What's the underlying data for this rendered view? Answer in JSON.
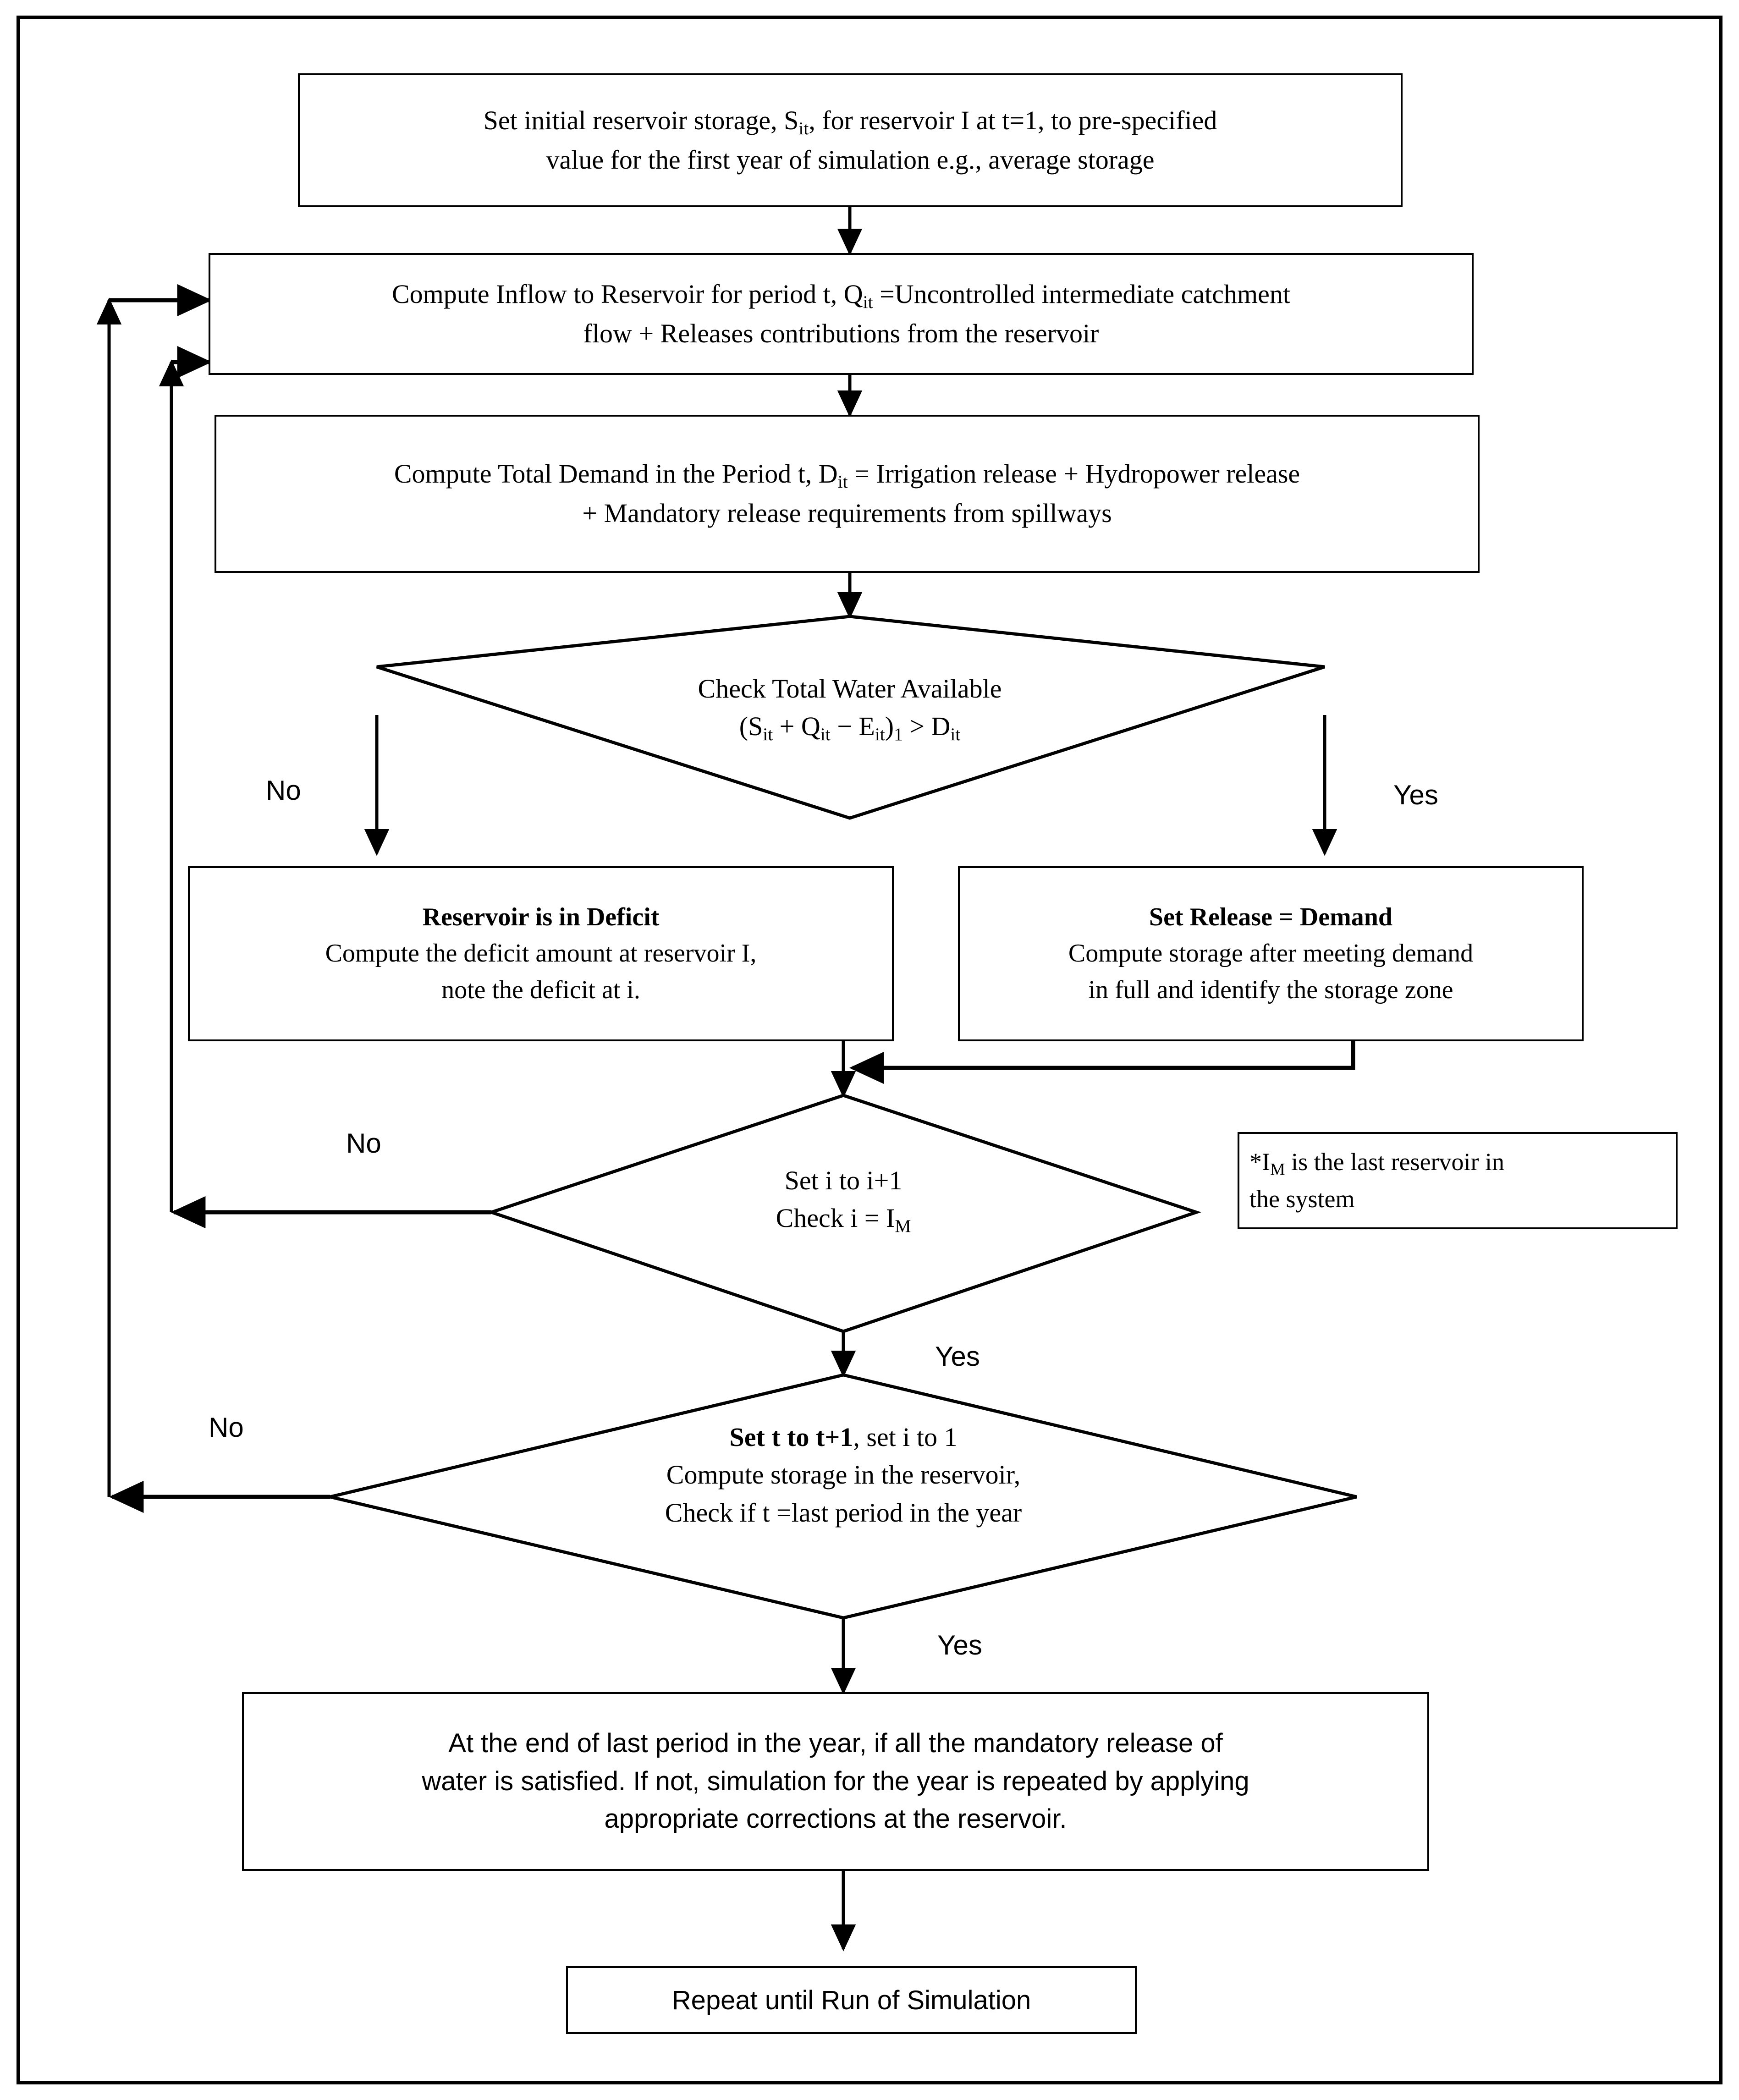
{
  "diagram": {
    "title": "Reservoir simulation flowchart",
    "border_color": "#000000",
    "background": "#ffffff"
  },
  "nodes": {
    "start_box": {
      "shape": "process",
      "line1_a": "Set initial reservoir storage, S",
      "line1_sub": "it",
      "line1_b": ", for reservoir I at t=1, to pre-specified",
      "line2": "value for the first year of simulation e.g., average storage"
    },
    "inflow_box": {
      "shape": "process",
      "line1_a": "Compute Inflow to Reservoir for period t, Q",
      "line1_sub": "it",
      "line1_b": " =Uncontrolled intermediate catchment",
      "line2": "flow + Releases contributions from the reservoir"
    },
    "demand_box": {
      "shape": "process",
      "line1_a": "Compute Total Demand in the Period t, D",
      "line1_sub": "it",
      "line1_b": " = Irrigation release + Hydropower release",
      "line2": "+ Mandatory release requirements from spillways"
    },
    "check_water_diamond": {
      "shape": "decision",
      "line1": "Check Total Water Available",
      "line2_a": "(S",
      "line2_sub1": "it",
      "line2_b": " + Q",
      "line2_sub2": "it",
      "line2_c": " − E",
      "line2_sub3": "it",
      "line2_d": ")",
      "line2_sub4": "1",
      "line2_e": " > D",
      "line2_sub5": "it"
    },
    "deficit_box": {
      "shape": "process",
      "heading": "Reservoir is in Deficit",
      "line2": "Compute the deficit amount at reservoir I,",
      "line3": "note the deficit at i."
    },
    "release_box": {
      "shape": "process",
      "heading": "Set Release = Demand",
      "line2": "Compute storage after meeting demand",
      "line3": "in full and identify the storage zone"
    },
    "increment_i_diamond": {
      "shape": "decision",
      "line1": "Set i to i+1",
      "line2_a": "Check i = I",
      "line2_sub": "M"
    },
    "note_box": {
      "shape": "note",
      "line1_a": "*I",
      "line1_sub": "M",
      "line1_b": " is the last reservoir in",
      "line2": "the system"
    },
    "increment_t_diamond": {
      "shape": "decision",
      "line1_bold": "Set t to t+1",
      "line1_rest": ", set i to 1",
      "line2": "Compute storage in the reservoir,",
      "line3": "Check if t =last period in the year"
    },
    "year_end_box": {
      "shape": "process",
      "line1": "At the end of last period in the year, if all the mandatory release of",
      "line2": "water is satisfied. If not, simulation for the year is repeated by applying",
      "line3": "appropriate corrections at the reservoir."
    },
    "repeat_box": {
      "shape": "terminator",
      "line1": "Repeat until Run of Simulation"
    }
  },
  "edge_labels": {
    "check_water_no": "No",
    "check_water_yes": "Yes",
    "increment_i_no": "No",
    "increment_i_yes": "Yes",
    "increment_t_no": "No",
    "increment_t_yes": "Yes"
  }
}
